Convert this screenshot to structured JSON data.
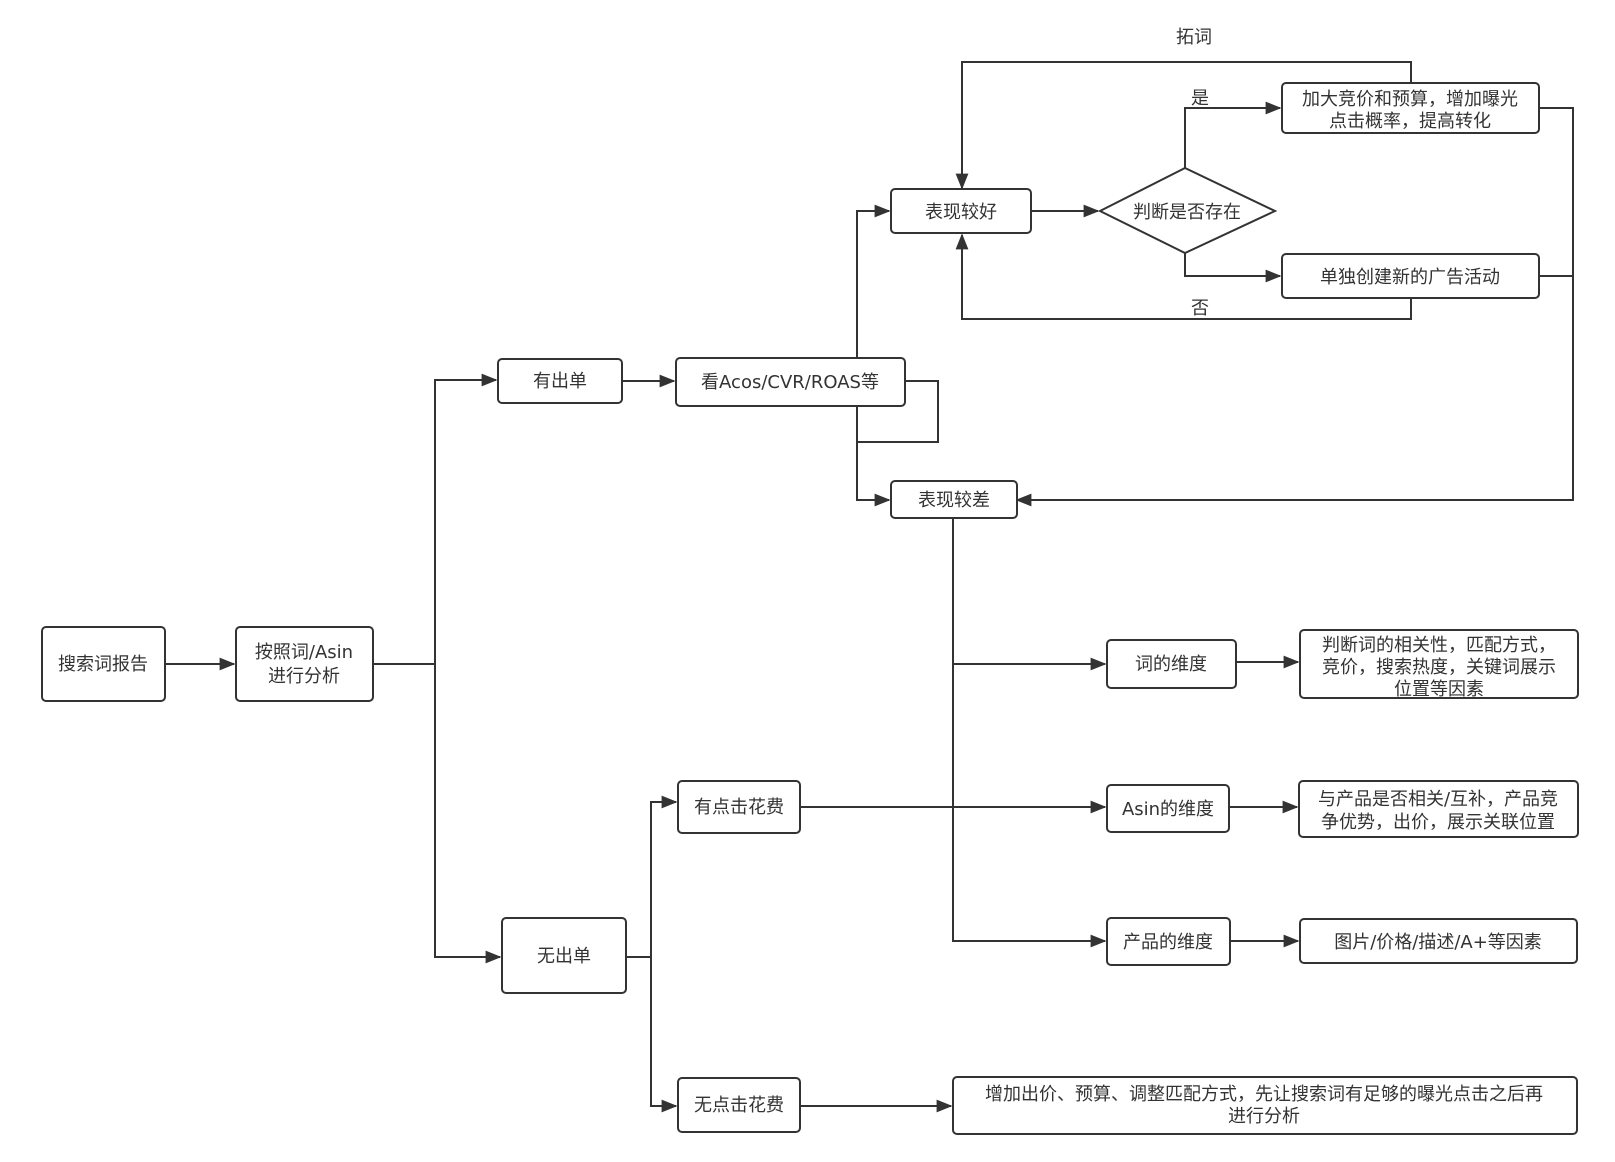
{
  "nodes": {
    "search_report": "搜索词报告",
    "analyze_by": [
      "按照词/Asin",
      "进行分析"
    ],
    "has_order": "有出单",
    "check_metrics": "看Acos/CVR/ROAS等",
    "good_perf": "表现较好",
    "judge_exist": "判断是否存在",
    "increase_bid": [
      "加大竞价和预算，增加曝光",
      "点击概率，提高转化"
    ],
    "new_campaign": "单独创建新的广告活动",
    "poor_perf": "表现较差",
    "word_dimension": "词的维度",
    "word_dimension_detail": [
      "判断词的相关性，匹配方式，",
      "竞价，搜索热度，关键词展示",
      "位置等因素"
    ],
    "asin_dimension": "Asin的维度",
    "asin_dimension_detail": [
      "与产品是否相关/互补，产品竞",
      "争优势，出价，展示关联位置"
    ],
    "product_dimension": "产品的维度",
    "product_dimension_detail": "图片/价格/描述/A+等因素",
    "no_order": "无出单",
    "has_click_cost": "有点击花费",
    "no_click_cost": "无点击花费",
    "no_click_detail": [
      "增加出价、预算、调整匹配方式，先让搜索词有足够的曝光点击之后再",
      "进行分析"
    ]
  },
  "edge_labels": {
    "expand": "拓词",
    "yes": "是",
    "no": "否"
  }
}
